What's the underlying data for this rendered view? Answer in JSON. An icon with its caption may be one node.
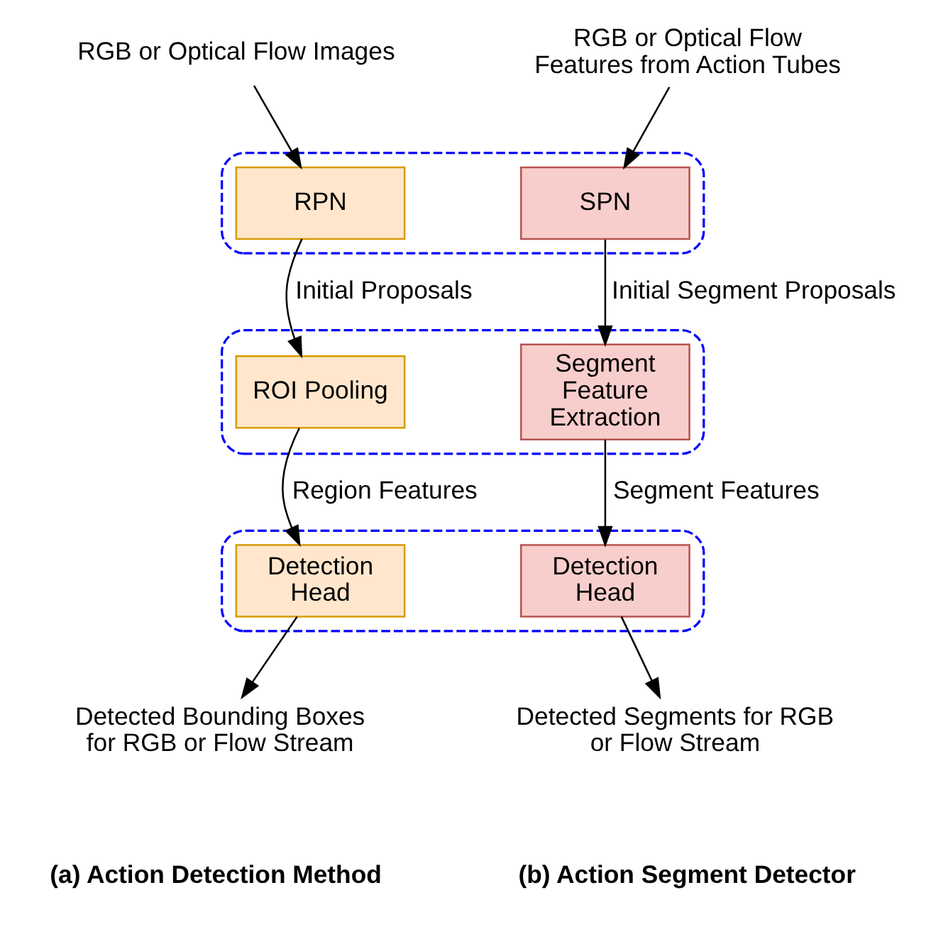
{
  "diagram": {
    "nodes": [
      {
        "text": [
          "RGB or Optical Flow Images"
        ]
      },
      {
        "text": [
          "RGB or Optical Flow Features from Action Tubes"
        ]
      },
      {
        "text": [],
        "shape": "box"
      },
      {
        "text": [
          "RPN"
        ],
        "in": 2
      },
      {
        "text": [
          "SPN"
        ],
        "in": 2
      },
      {
        "text": [],
        "shape": "box"
      },
      {
        "text": [
          "ROI Pooling"
        ],
        "in": 5
      },
      {
        "text": [
          "Segment Feature Extraction"
        ],
        "in": 5
      },
      {
        "text": [],
        "shape": "box"
      },
      {
        "text": [
          "Detection Head"
        ],
        "in": 8
      },
      {
        "text": [
          "Detection Head"
        ],
        "in": 8
      },
      {
        "text": [
          "Detected Bounding Boxes for RGB or Flow Stream"
        ]
      },
      {
        "text": [
          "Detected Segments for RGB or Flow Stream"
        ]
      }
    ],
    "edges": [
      {
        "from": 0,
        "to": 3,
        "arrow": "to"
      },
      {
        "from": 1,
        "to": 4,
        "arrow": "to"
      },
      {
        "from": 3,
        "to": 6,
        "arrow": "to",
        "label": "Initial Proposals"
      },
      {
        "from": 4,
        "to": 7,
        "arrow": "to",
        "label": "Initial Segment Proposals"
      },
      {
        "from": 6,
        "to": 9,
        "arrow": "to",
        "label": "Region Features"
      },
      {
        "from": 7,
        "to": 10,
        "arrow": "to",
        "label": "Segment Features"
      },
      {
        "from": 9,
        "to": 11,
        "arrow": "to"
      },
      {
        "from": 10,
        "to": 12,
        "arrow": "to"
      }
    ],
    "labels": [
      "(a) Action Detection Method",
      "(b) Action Segment Detector"
    ]
  }
}
